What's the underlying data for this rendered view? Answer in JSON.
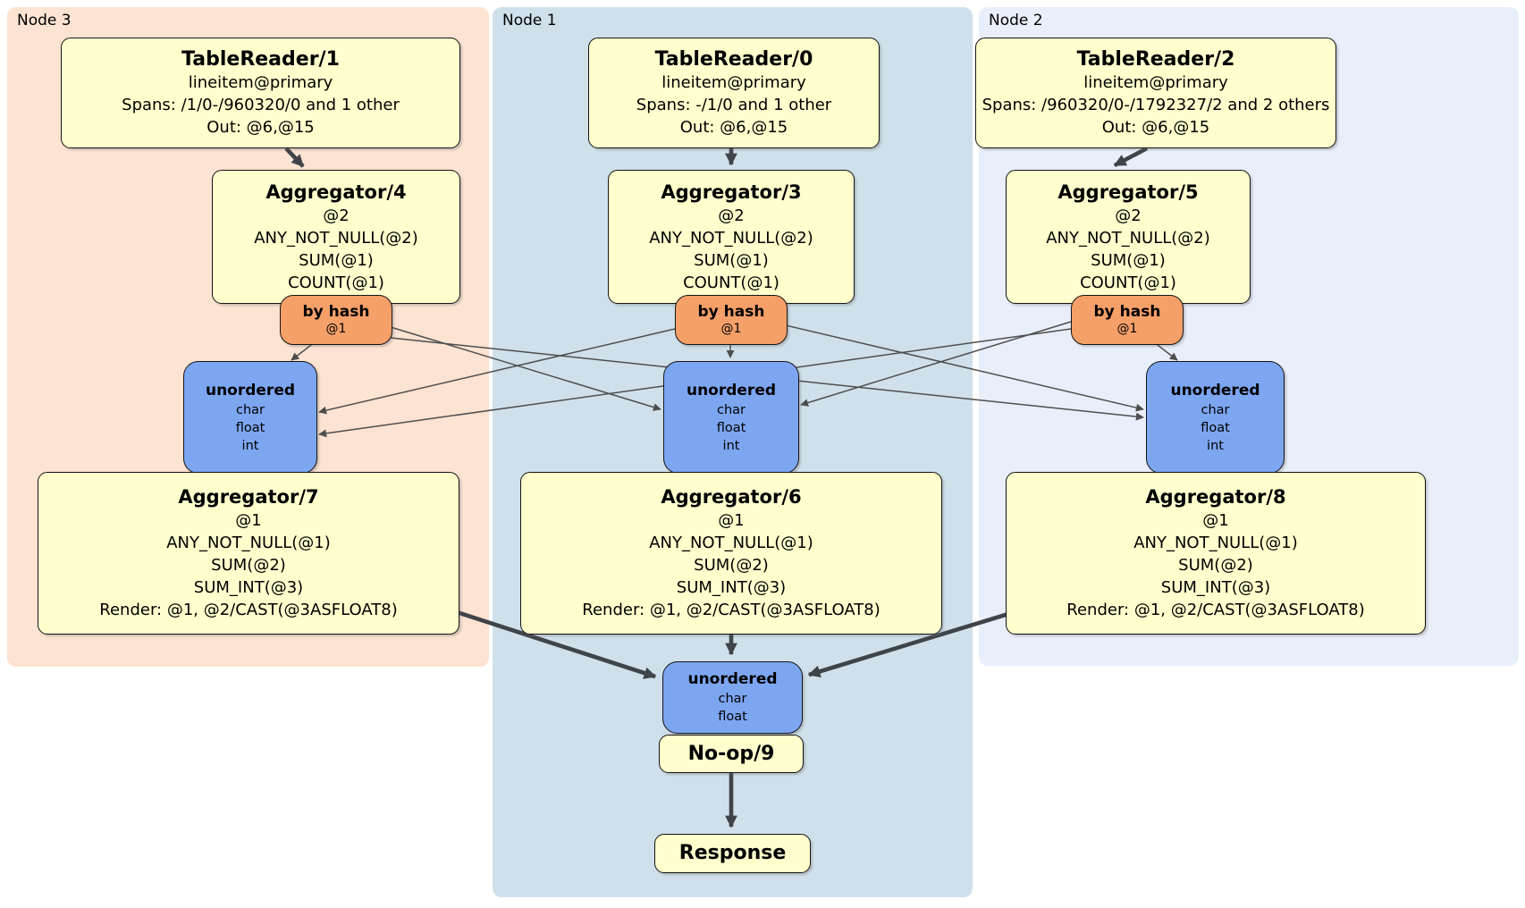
{
  "panels": {
    "node3": {
      "label": "Node 3"
    },
    "node1": {
      "label": "Node 1"
    },
    "node2": {
      "label": "Node 2"
    }
  },
  "processors": {
    "tr1": {
      "title": "TableReader/1",
      "lines": [
        "lineitem@primary",
        "Spans: /1/0-/960320/0 and 1 other",
        "Out: @6,@15"
      ]
    },
    "tr0": {
      "title": "TableReader/0",
      "lines": [
        "lineitem@primary",
        "Spans: -/1/0 and 1 other",
        "Out: @6,@15"
      ]
    },
    "tr2": {
      "title": "TableReader/2",
      "lines": [
        "lineitem@primary",
        "Spans: /960320/0-/1792327/2 and 2 others",
        "Out: @6,@15"
      ]
    },
    "agg4": {
      "title": "Aggregator/4",
      "lines": [
        "@2",
        "ANY_NOT_NULL(@2)",
        "SUM(@1)",
        "COUNT(@1)"
      ]
    },
    "agg3": {
      "title": "Aggregator/3",
      "lines": [
        "@2",
        "ANY_NOT_NULL(@2)",
        "SUM(@1)",
        "COUNT(@1)"
      ]
    },
    "agg5": {
      "title": "Aggregator/5",
      "lines": [
        "@2",
        "ANY_NOT_NULL(@2)",
        "SUM(@1)",
        "COUNT(@1)"
      ]
    },
    "agg7": {
      "title": "Aggregator/7",
      "lines": [
        "@1",
        "ANY_NOT_NULL(@1)",
        "SUM(@2)",
        "SUM_INT(@3)",
        "Render: @1, @2/CAST(@3ASFLOAT8)"
      ]
    },
    "agg6": {
      "title": "Aggregator/6",
      "lines": [
        "@1",
        "ANY_NOT_NULL(@1)",
        "SUM(@2)",
        "SUM_INT(@3)",
        "Render: @1, @2/CAST(@3ASFLOAT8)"
      ]
    },
    "agg8": {
      "title": "Aggregator/8",
      "lines": [
        "@1",
        "ANY_NOT_NULL(@1)",
        "SUM(@2)",
        "SUM_INT(@3)",
        "Render: @1, @2/CAST(@3ASFLOAT8)"
      ]
    },
    "noop": {
      "title": "No-op/9"
    },
    "response": {
      "title": "Response"
    }
  },
  "routers": {
    "node3": {
      "title": "by hash",
      "key": "@1"
    },
    "node1": {
      "title": "by hash",
      "key": "@1"
    },
    "node2": {
      "title": "by hash",
      "key": "@1"
    }
  },
  "syncs": {
    "node3": {
      "title": "unordered",
      "lines": [
        "char",
        "float",
        "int"
      ]
    },
    "node1": {
      "title": "unordered",
      "lines": [
        "char",
        "float",
        "int"
      ]
    },
    "node2": {
      "title": "unordered",
      "lines": [
        "char",
        "float",
        "int"
      ]
    },
    "final": {
      "title": "unordered",
      "lines": [
        "char",
        "float"
      ]
    }
  },
  "colors": {
    "panel_node3": "#fce3d2",
    "panel_node1": "#d0e0ea",
    "panel_node2": "#e9effa",
    "processor_fill": "#ffffcd",
    "router_fill": "#f5a069",
    "sync_fill": "#7da6f1",
    "edge_thick": "#3f4448",
    "edge_thin": "#4e4e4e"
  }
}
